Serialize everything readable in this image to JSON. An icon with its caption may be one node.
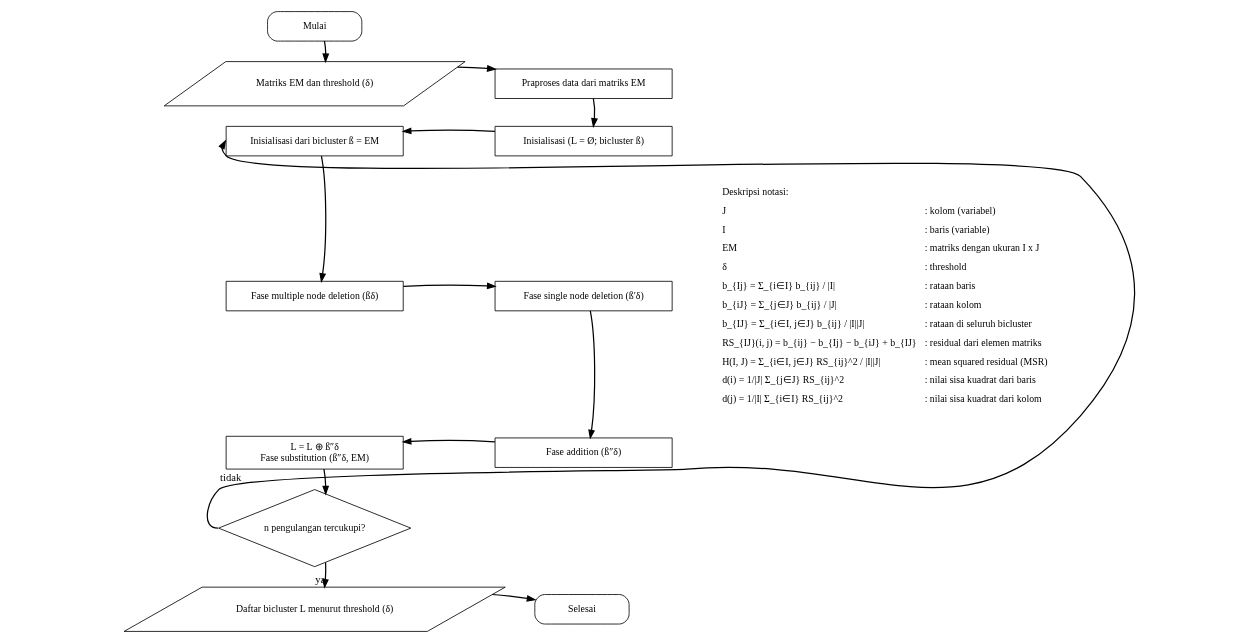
{
  "diagram": {
    "nodes": [
      {
        "text": [
          "Mulai"
        ]
      },
      {
        "text": [
          "Matriks EM dan threshold (δ)"
        ]
      },
      {
        "text": [
          "Praproses data dari matriks EM"
        ]
      },
      {
        "text": [
          "Inisialisasi (L = Ø; bicluster ß)"
        ]
      },
      {
        "text": [
          "Inisialisasi dari bicluster ß = EM"
        ]
      },
      {
        "text": [
          "Fase multiple node deletion (ßδ)"
        ]
      },
      {
        "text": [
          "Fase single node deletion (ß′δ)"
        ]
      },
      {
        "text": [
          "Fase addition (ß″δ)"
        ]
      },
      {
        "text": [
          "L = L ⊕ ß″δ",
          "Fase substitution (ß″δ, EM)"
        ]
      },
      {
        "text": [
          "n pengulangan tercukupi?"
        ]
      },
      {
        "text": [
          "Daftar bicluster L menurut threshold (δ)"
        ]
      },
      {
        "text": [
          "Selesai"
        ]
      }
    ],
    "edges": [
      {
        "from": 0,
        "to": 1,
        "arrow": "to"
      },
      {
        "from": 1,
        "to": 2,
        "arrow": "to"
      },
      {
        "from": 2,
        "to": 3,
        "arrow": "to"
      },
      {
        "from": 3,
        "to": 4,
        "arrow": "to"
      },
      {
        "from": 4,
        "to": 5,
        "arrow": "to"
      },
      {
        "from": 5,
        "to": 6,
        "arrow": "to"
      },
      {
        "from": 6,
        "to": 7,
        "arrow": "to"
      },
      {
        "from": 7,
        "to": 8,
        "arrow": "to"
      },
      {
        "from": 8,
        "to": 9,
        "arrow": "to"
      },
      {
        "from": 9,
        "to": 4,
        "arrow": "to",
        "label": "tidak"
      },
      {
        "from": 9,
        "to": 10,
        "arrow": "to",
        "label": "ya"
      },
      {
        "from": 10,
        "to": 11,
        "arrow": "to"
      }
    ],
    "labels": [
      "Deskripsi notasi:",
      "J",
      ": kolom (variabel)",
      "I",
      ": baris (variable)",
      "EM",
      ": matriks dengan ukuran I x J",
      "δ",
      ": threshold",
      "b_{Ij} = Σ_{i∈I} b_{ij} / |I|",
      ": rataan baris",
      "b_{iJ} = Σ_{j∈J} b_{ij} / |J|",
      ": rataan kolom",
      "b_{IJ} = Σ_{i∈I, j∈J} b_{ij} / |I||J|",
      ": rataan di seluruh bicluster",
      "RS_{IJ}(i, j) = b_{ij} − b_{Ij} − b_{iJ} + b_{IJ}",
      ": residual dari elemen matriks",
      "H(I, J) = Σ_{i∈I, j∈J} RS_{ij}^2 / |I||J|",
      ": mean squared residual (MSR)",
      "d(i) = 1/|J| Σ_{j∈J} RS_{ij}^2",
      ": nilai sisa kuadrat dari baris",
      "d(j) = 1/|I| Σ_{i∈I} RS_{ij}^2",
      ": nilai sisa kuadrat dari kolom"
    ]
  }
}
